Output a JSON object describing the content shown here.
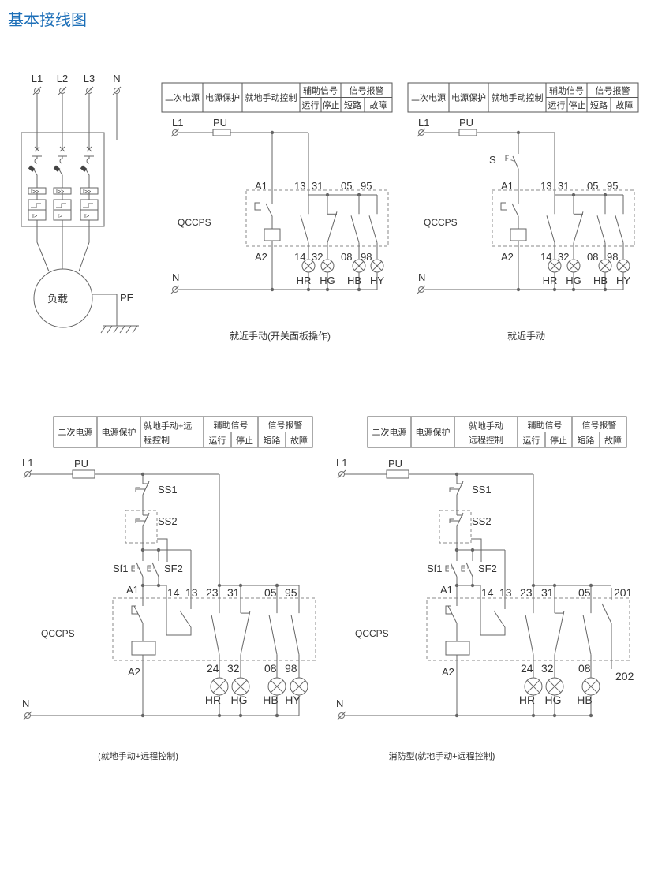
{
  "title": "基本接线图",
  "motor": {
    "phases": [
      "L1",
      "L2",
      "L3",
      "N"
    ],
    "load": "负载",
    "pe": "PE",
    "breaker_marks": [
      "I>>",
      "I>"
    ]
  },
  "diagrams": [
    {
      "table": {
        "cols": [
          "二次电源",
          "电源保护",
          "就地手动控制"
        ],
        "groups": [
          {
            "label": "辅助信号",
            "subs": [
              "运行",
              "停止"
            ]
          },
          {
            "label": "信号报警",
            "subs": [
              "短路",
              "故障"
            ]
          }
        ]
      },
      "l1": "L1",
      "n": "N",
      "fuse": "PU",
      "device": "QCCPS",
      "coil_top": "A1",
      "coil_bottom": "A2",
      "terminals_top": [
        "13",
        "31",
        "05",
        "95"
      ],
      "terminals_bottom": [
        "14",
        "32",
        "08",
        "98"
      ],
      "lamps": [
        "HR",
        "HG",
        "HB",
        "HY"
      ],
      "caption": "就近手动(开关面板操作)"
    },
    {
      "table": {
        "cols": [
          "二次电源",
          "电源保护",
          "就地手动控制"
        ],
        "groups": [
          {
            "label": "辅助信号",
            "subs": [
              "运行",
              "停止"
            ]
          },
          {
            "label": "信号报警",
            "subs": [
              "短路",
              "故障"
            ]
          }
        ]
      },
      "l1": "L1",
      "n": "N",
      "fuse": "PU",
      "device": "QCCPS",
      "coil_top": "A1",
      "coil_bottom": "A2",
      "switch": "S",
      "terminals_top": [
        "13",
        "31",
        "05",
        "95"
      ],
      "terminals_bottom": [
        "14",
        "32",
        "08",
        "98"
      ],
      "lamps": [
        "HR",
        "HG",
        "HB",
        "HY"
      ],
      "caption": "就近手动"
    },
    {
      "table": {
        "cols": [
          "二次电源",
          "电源保护",
          "就地手动+远",
          "程控制"
        ],
        "groups": [
          {
            "label": "辅助信号",
            "subs": [
              "运行",
              "停止"
            ]
          },
          {
            "label": "信号报警",
            "subs": [
              "短路",
              "故障"
            ]
          }
        ]
      },
      "l1": "L1",
      "n": "N",
      "fuse": "PU",
      "device": "QCCPS",
      "coil_top": "A1",
      "coil_bottom": "A2",
      "buttons": [
        "SS1",
        "SS2",
        "Sf1",
        "SF2"
      ],
      "terminals_top": [
        "14",
        "13",
        "23",
        "31",
        "05",
        "95"
      ],
      "terminals_bottom": [
        "24",
        "32",
        "08",
        "98"
      ],
      "lamps": [
        "HR",
        "HG",
        "HB",
        "HY"
      ],
      "caption": "(就地手动+远程控制)"
    },
    {
      "table": {
        "cols": [
          "二次电源",
          "电源保护",
          "就地手动",
          "远程控制"
        ],
        "groups": [
          {
            "label": "辅助信号",
            "subs": [
              "运行",
              "停止"
            ]
          },
          {
            "label": "信号报警",
            "subs": [
              "短路",
              "故障"
            ]
          }
        ]
      },
      "l1": "L1",
      "n": "N",
      "fuse": "PU",
      "device": "QCCPS",
      "coil_top": "A1",
      "coil_bottom": "A2",
      "buttons": [
        "SS1",
        "SS2",
        "Sf1",
        "SF2"
      ],
      "terminals_top": [
        "14",
        "13",
        "23",
        "31",
        "05",
        "201"
      ],
      "terminals_bottom": [
        "24",
        "32",
        "08",
        "202"
      ],
      "lamps": [
        "HR",
        "HG",
        "HB"
      ],
      "caption": "消防型(就地手动+远程控制)"
    }
  ]
}
